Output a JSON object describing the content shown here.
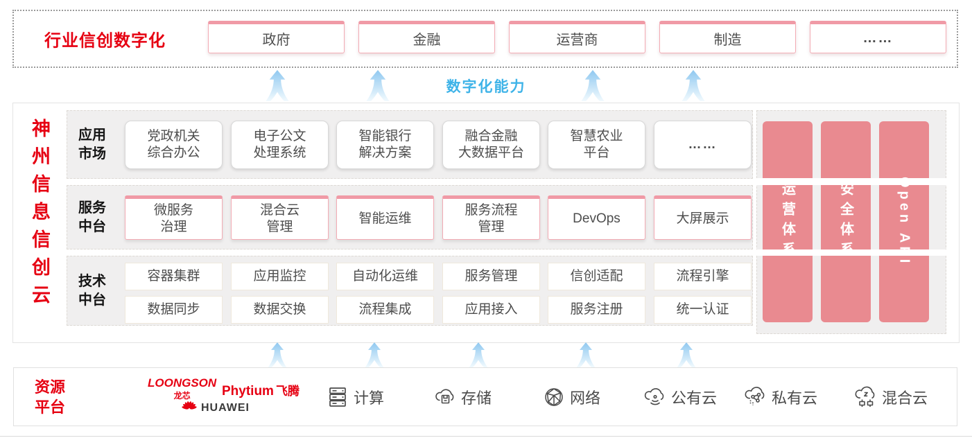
{
  "colors": {
    "brand_red": "#E60012",
    "pillar_pink": "#E98A90",
    "capability_blue": "#3EB3E8",
    "row_bg": "#F0EFEF",
    "box_border_pink": "#F3ABB4"
  },
  "top_banner": {
    "title": "行业信创数字化",
    "sectors": [
      "政府",
      "金融",
      "运营商",
      "制造",
      "……"
    ]
  },
  "capability_label": "数字化能力",
  "platform": {
    "vertical_title": "神州信息信创云",
    "rows": [
      {
        "label": "应用\n市场",
        "items": [
          "党政机关\n综合办公",
          "电子公文\n处理系统",
          "智能银行\n解决方案",
          "融合金融\n大数据平台",
          "智慧农业\n平台",
          "……"
        ]
      },
      {
        "label": "服务\n中台",
        "items": [
          "微服务\n治理",
          "混合云\n管理",
          "智能运维",
          "服务流程\n管理",
          "DevOps",
          "大屏展示"
        ]
      },
      {
        "label": "技术\n中台",
        "items": [
          "容器集群",
          "应用监控",
          "自动化运维",
          "服务管理",
          "信创适配",
          "流程引擎",
          "数据同步",
          "数据交换",
          "流程集成",
          "应用接入",
          "服务注册",
          "统一认证"
        ]
      }
    ],
    "pillars": [
      "运营体系",
      "安全体系",
      "Open API"
    ]
  },
  "resources": {
    "label": "资源\n平台",
    "vendors": [
      {
        "name": "LOONGSON",
        "sub": "龙芯"
      },
      {
        "name": "Phytium",
        "sub": "飞腾"
      },
      {
        "name": "HUAWEI"
      }
    ],
    "items": [
      {
        "icon": "server-icon",
        "label": "计算"
      },
      {
        "icon": "storage-icon",
        "label": "存储"
      },
      {
        "icon": "network-icon",
        "label": "网络"
      },
      {
        "icon": "public-cloud-icon",
        "label": "公有云"
      },
      {
        "icon": "private-cloud-icon",
        "label": "私有云"
      },
      {
        "icon": "hybrid-cloud-icon",
        "label": "混合云"
      }
    ]
  }
}
